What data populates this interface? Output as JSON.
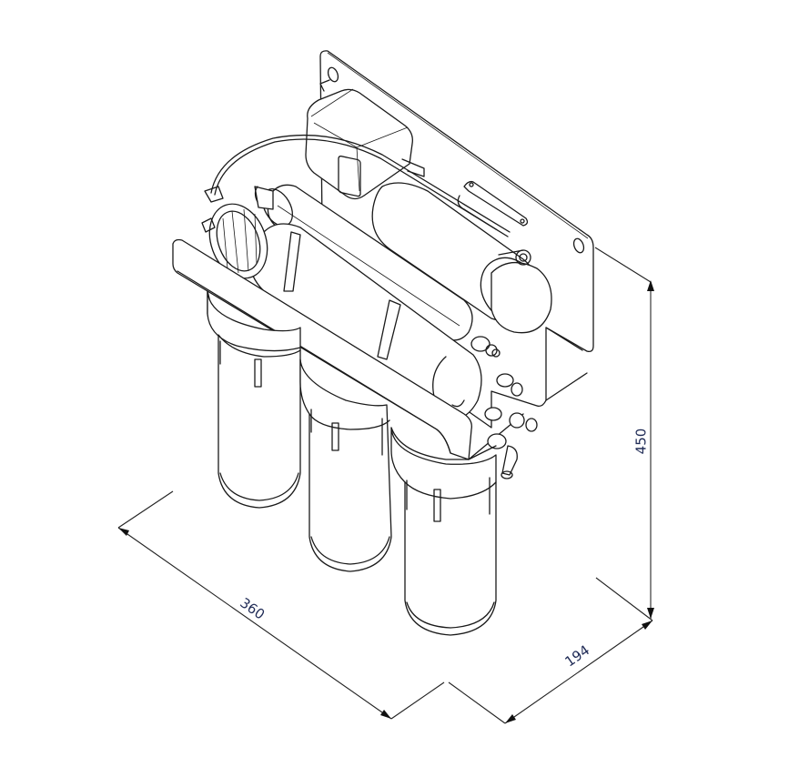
{
  "drawing": {
    "subject": "5-stage reverse osmosis water filter system, isometric view",
    "style": "black line art on white",
    "line_color": "#1a1a1a",
    "background": "#ffffff"
  },
  "dimensions": {
    "width": {
      "value": "360",
      "orientation": "diagonal-left"
    },
    "depth": {
      "value": "194",
      "orientation": "diagonal-right"
    },
    "height": {
      "value": "450",
      "orientation": "vertical"
    },
    "label_color": "#1e2a55"
  },
  "components": {
    "housings": [
      "pre-filter housing 1",
      "pre-filter housing 2",
      "pre-filter housing 3"
    ],
    "membranes": [
      "RO membrane housing",
      "post-filter cartridge",
      "inline cartridge"
    ],
    "mounting_plate": "wall mounting bracket",
    "pump": "booster pump / transformer box",
    "fittings": "quick-connect fittings"
  }
}
